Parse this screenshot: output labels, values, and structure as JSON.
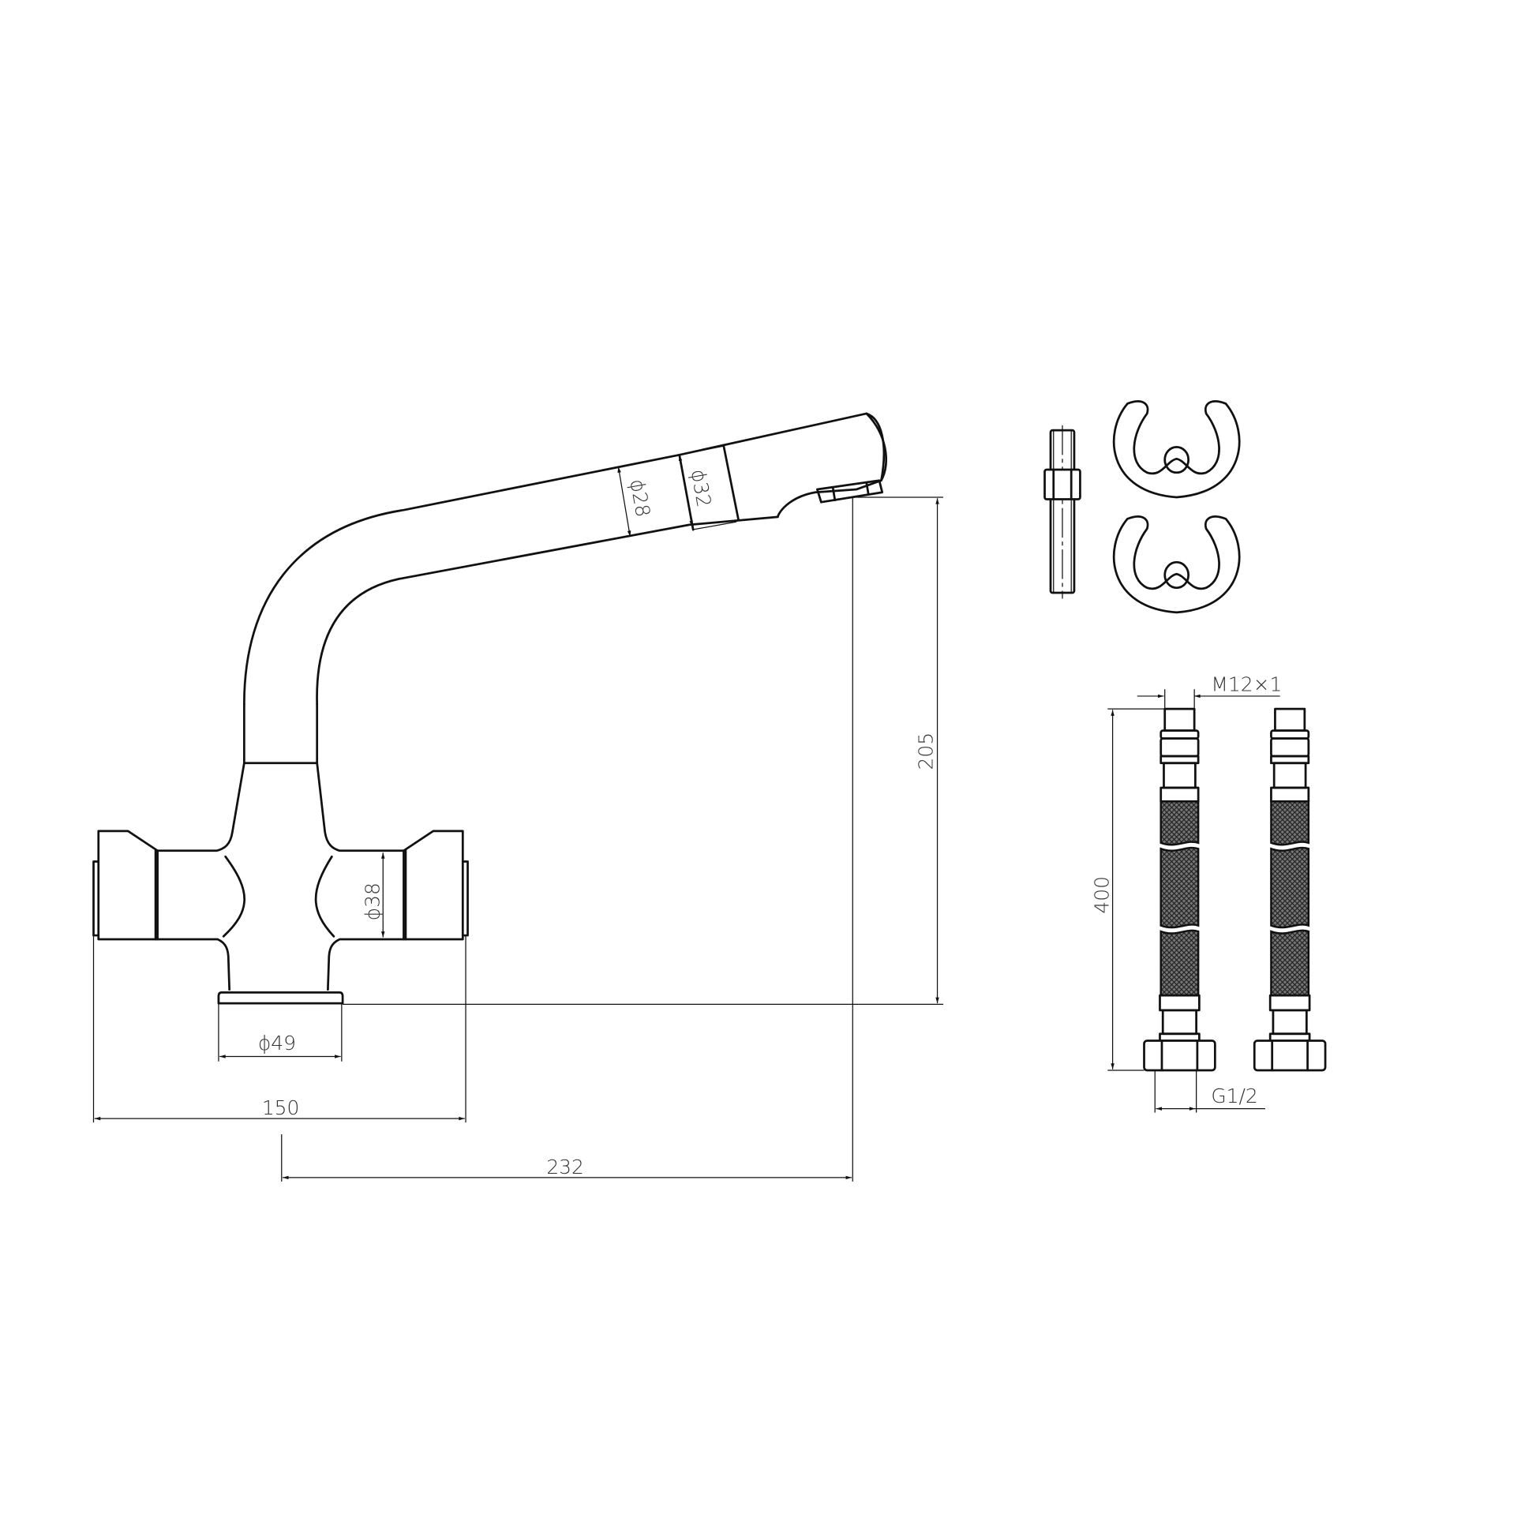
{
  "drawing": {
    "subject": "Twin-handle kitchen mixer tap technical drawing",
    "dimensions": {
      "spout_diameter_small": "ϕ28",
      "spout_diameter_large": "ϕ32",
      "body_diameter": "ϕ38",
      "base_diameter": "ϕ49",
      "overall_height": "205",
      "handle_span": "150",
      "spout_reach": "232",
      "hose_length": "400",
      "hose_thread_top": "M12×1",
      "hose_thread_bottom": "G1/2"
    },
    "parts": [
      {
        "name": "mixer-tap",
        "label": ""
      },
      {
        "name": "threaded-stud",
        "label": ""
      },
      {
        "name": "horseshoe-washer",
        "label": ""
      },
      {
        "name": "horseshoe-washer",
        "label": ""
      },
      {
        "name": "flexible-hose",
        "label": ""
      },
      {
        "name": "flexible-hose",
        "label": ""
      }
    ],
    "colors": {
      "line": "#111111",
      "background": "#ffffff"
    }
  }
}
